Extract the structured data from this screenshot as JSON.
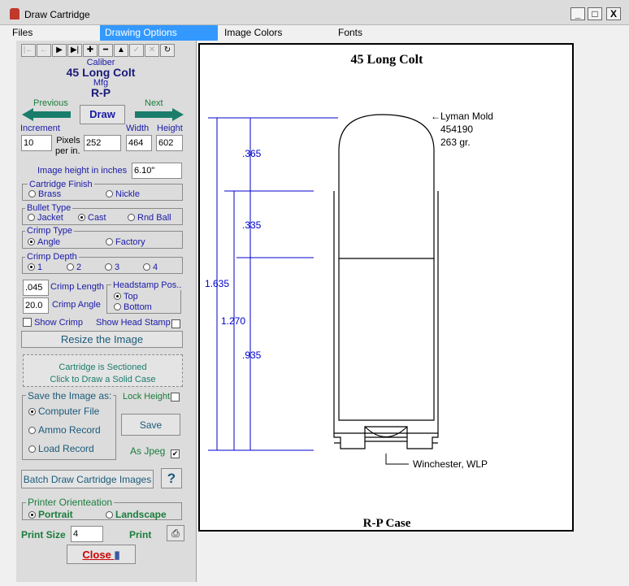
{
  "window": {
    "title": "Draw Cartridge",
    "min": "_",
    "max": "□",
    "close": "X"
  },
  "menu": [
    "Files",
    "Drawing Options",
    "Image Colors",
    "Fonts"
  ],
  "nav_buttons": [
    "|←",
    "←",
    "▶",
    "▶|",
    "✚",
    "━",
    "▲",
    "✓",
    "✕",
    "↻"
  ],
  "caliber": {
    "label": "Caliber",
    "value": "45 Long Colt"
  },
  "mfg": {
    "label": "Mfg",
    "value": "R-P"
  },
  "prev": "Previous",
  "next": "Next",
  "draw": "Draw",
  "increment": {
    "label": "Increment",
    "value": "10"
  },
  "pixels": {
    "label1": "Pixels",
    "label2": "per in.",
    "value": "252"
  },
  "width": {
    "label": "Width",
    "value": "464"
  },
  "height": {
    "label": "Height",
    "value": "602"
  },
  "image_height": {
    "label": "Image height in inches",
    "value": "6.10\""
  },
  "finish": {
    "label": "Cartridge Finish",
    "opts": [
      "Brass",
      "Nickle"
    ]
  },
  "bullet": {
    "label": "Bullet Type",
    "opts": [
      "Jacket",
      "Cast",
      "Rnd Ball"
    ]
  },
  "crimp_type": {
    "label": "Crimp Type",
    "opts": [
      "Angle",
      "Factory"
    ]
  },
  "crimp_depth": {
    "label": "Crimp Depth",
    "opts": [
      "1",
      "2",
      "3",
      "4"
    ]
  },
  "crimp_length": {
    "label": "Crimp Length",
    "value": ".045"
  },
  "crimp_angle": {
    "label": "Crimp Angle",
    "value": "20.0"
  },
  "headstamp": {
    "label": "Headstamp Pos..",
    "opts": [
      "Top",
      "Bottom"
    ]
  },
  "show_crimp": "Show Crimp",
  "show_head": "Show Head Stamp",
  "resize": "Resize the Image",
  "sectioned": [
    "Cartridge is Sectioned",
    "Click to Draw a Solid Case"
  ],
  "save_as": {
    "label": "Save the Image as:",
    "opts": [
      "Computer File",
      "Ammo Record",
      "Load Record"
    ]
  },
  "lock_height": "Lock Height",
  "save": "Save",
  "as_jpeg": "As Jpeg",
  "batch": "Batch Draw Cartridge Images",
  "help": "?",
  "orientation": {
    "label": "Printer Orienteation",
    "opts": [
      "Portrait",
      "Landscape"
    ]
  },
  "print_size": {
    "label": "Print Size",
    "value": "4"
  },
  "print": "Print",
  "close": "Close",
  "drawing": {
    "title": "45 Long Colt",
    "footer": "R-P Case",
    "dims": [
      ".365",
      ".335",
      "1.635",
      "1.270",
      ".935"
    ],
    "mold": [
      "←Lyman Mold",
      "454190",
      "263 gr."
    ],
    "primer": "Winchester, WLP"
  },
  "colors": {
    "menu_highlight": "#3399ff",
    "label_blue": "#1a1aa8",
    "green": "#1a7d3c",
    "dim_blue": "#0000cc"
  }
}
